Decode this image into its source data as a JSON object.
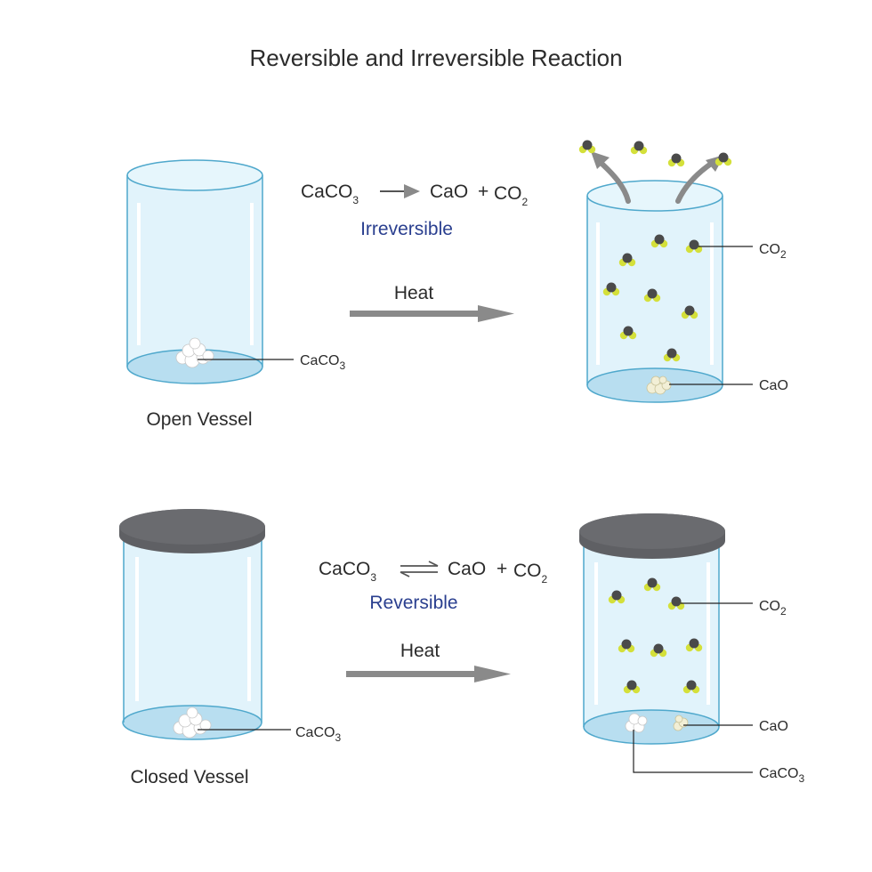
{
  "title": "Reversible and Irreversible Reaction",
  "top": {
    "equation": {
      "reactant": "CaCO",
      "reactant_sub": "3",
      "product1": "CaO",
      "plus": "+",
      "product2": "CO",
      "product2_sub": "2"
    },
    "reaction_type": "Irreversible",
    "arrow_label": "Heat",
    "vessel_caption": "Open Vessel",
    "label_caco3": {
      "base": "CaCO",
      "sub": "3"
    },
    "label_co2": {
      "base": "CO",
      "sub": "2"
    },
    "label_cao": "CaO"
  },
  "bottom": {
    "equation": {
      "reactant": "CaCO",
      "reactant_sub": "3",
      "product1": "CaO",
      "plus": "+",
      "product2": "CO",
      "product2_sub": "2"
    },
    "reaction_type": "Reversible",
    "arrow_label": "Heat",
    "vessel_caption": "Closed Vessel",
    "label_caco3": {
      "base": "CaCO",
      "sub": "3"
    },
    "label_co2": {
      "base": "CO",
      "sub": "2"
    },
    "label_cao": "CaO",
    "label_caco3_right": {
      "base": "CaCO",
      "sub": "3"
    }
  },
  "colors": {
    "glass": "#dcf1fa",
    "glass_edge": "#4fa8cc",
    "base_fill": "#b8def0",
    "lid": "#5f6064",
    "arrow": "#8a8a8a",
    "carbon": "#4a4a4a",
    "oxygen": "#d4e03a",
    "accent_text": "#2a3f8f"
  }
}
